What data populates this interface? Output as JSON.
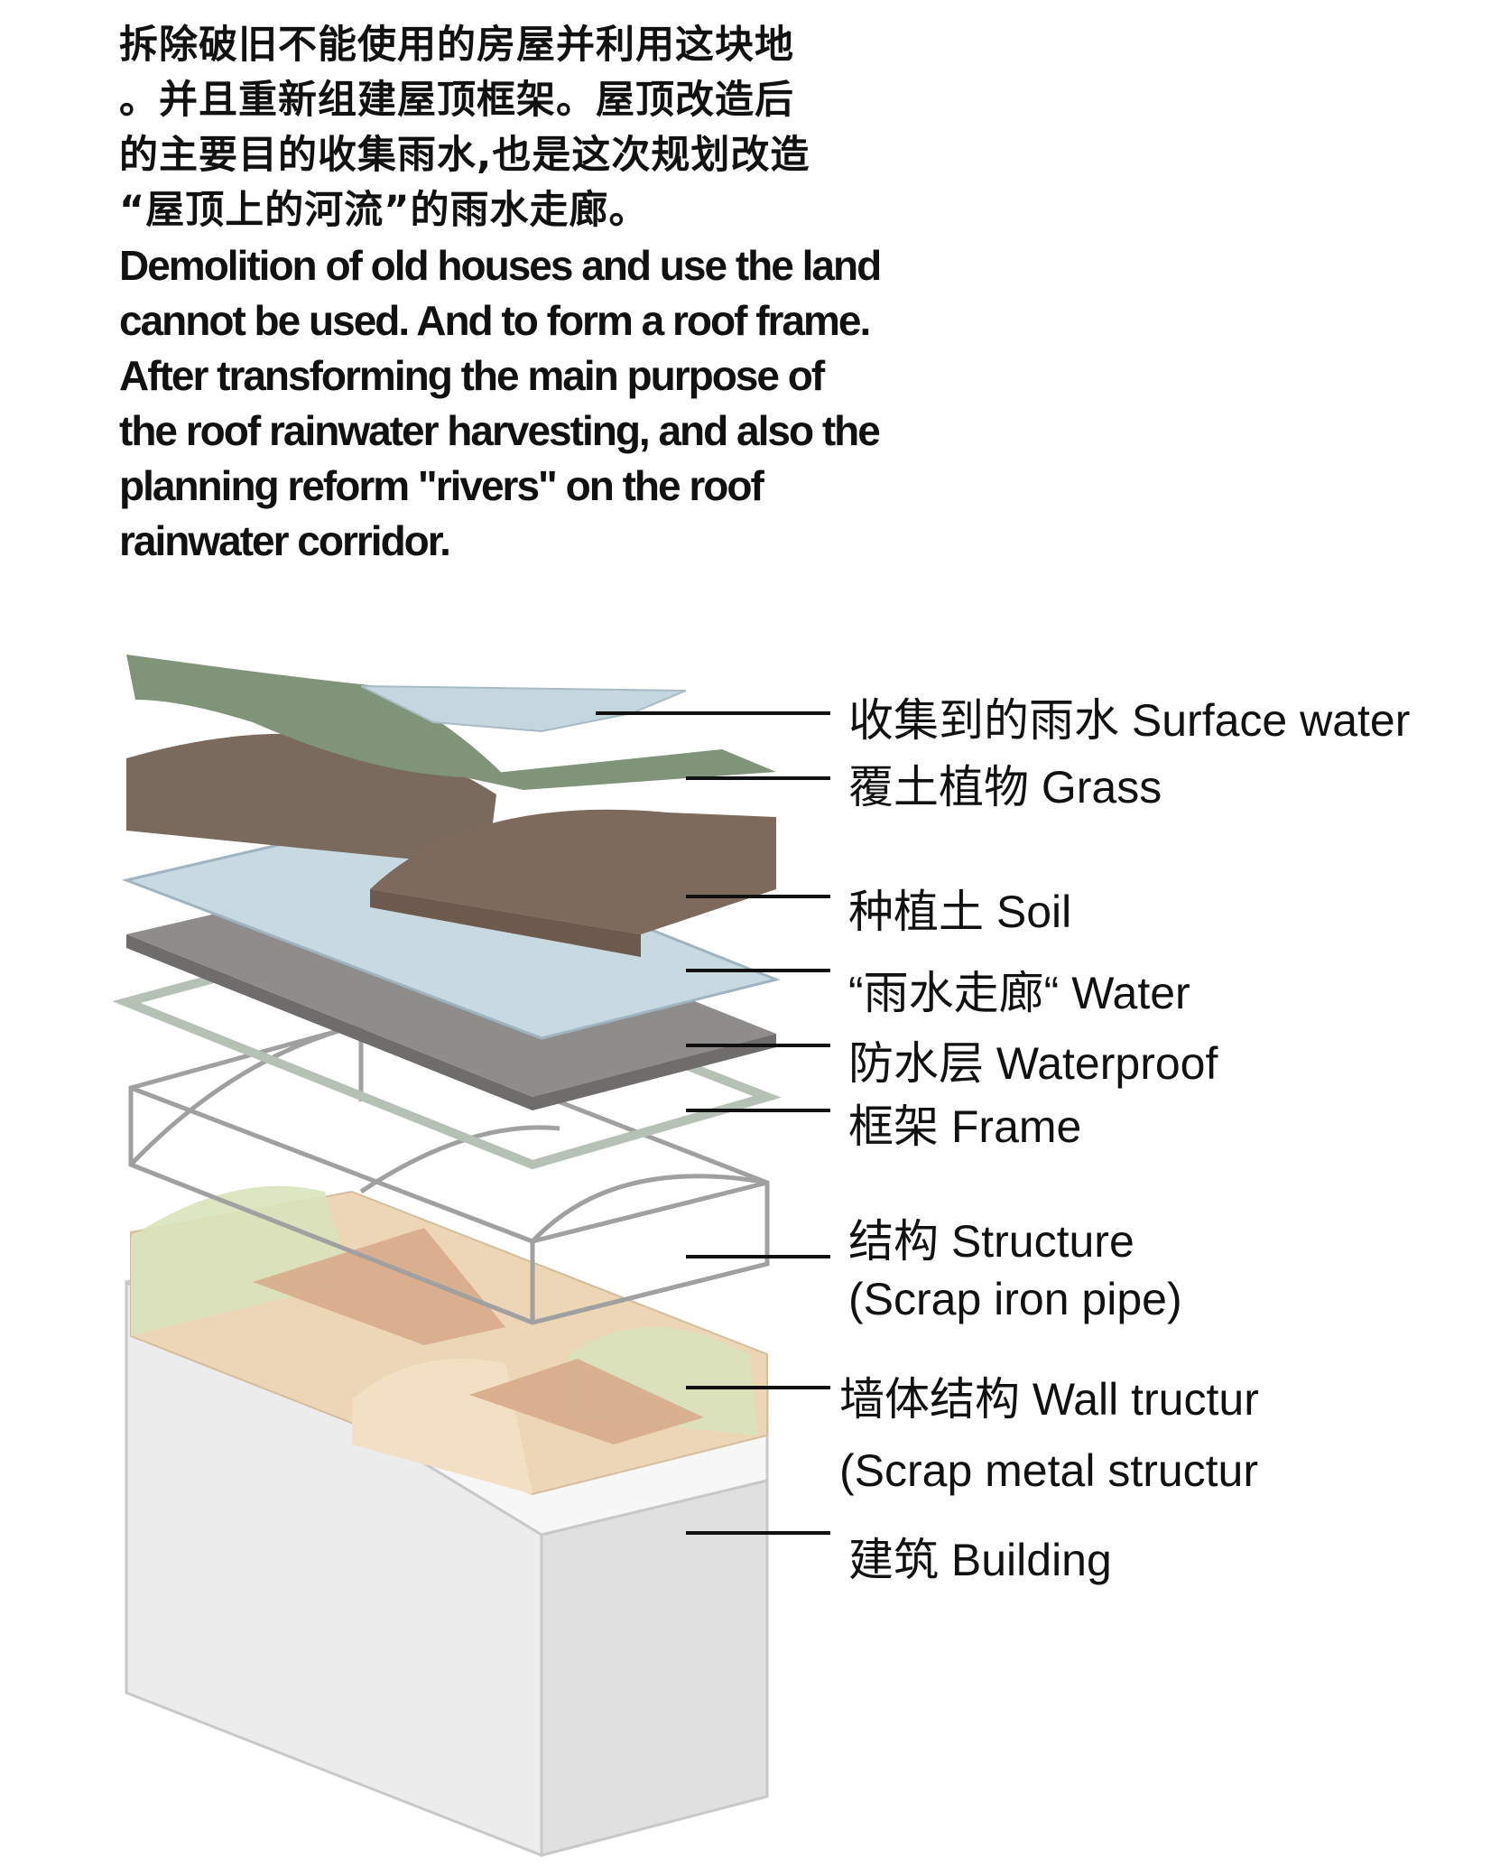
{
  "intro": {
    "zh_lines": [
      "拆除破旧不能使用的房屋并利用这块地",
      "。并且重新组建屋顶框架。屋顶改造后",
      "的主要目的收集雨水,也是这次规划改造",
      "“屋顶上的河流”的雨水走廊。"
    ],
    "en_lines": [
      "Demolition of old houses and use the land",
      "cannot be used. And to form a roof frame.",
      "After transforming the main purpose of",
      "the roof rainwater harvesting, and also the",
      "planning reform \"rivers\" on the roof",
      "rainwater corridor."
    ]
  },
  "layers": [
    {
      "label": "收集到的雨水 Surface water"
    },
    {
      "label": "覆土植物 Grass"
    },
    {
      "label": "种植土 Soil"
    },
    {
      "label": "“雨水走廊“ Water"
    },
    {
      "label": "防水层 Waterproof"
    },
    {
      "label": "框架 Frame"
    },
    {
      "label": "结构 Structure"
    },
    {
      "label": "(Scrap iron pipe)"
    },
    {
      "label": "墙体结构 Wall tructur"
    },
    {
      "label": "(Scrap metal structur"
    },
    {
      "label": "建筑 Building"
    }
  ],
  "colors": {
    "grass": "#7f9479",
    "water": "#c5d6df",
    "soil": "#7d6a5c",
    "waterproof": "#8c8a88",
    "frame": "#b8c3b8",
    "wall": "#ecd6b6",
    "wall_green": "#d9e3bb",
    "building": "#efefef"
  }
}
